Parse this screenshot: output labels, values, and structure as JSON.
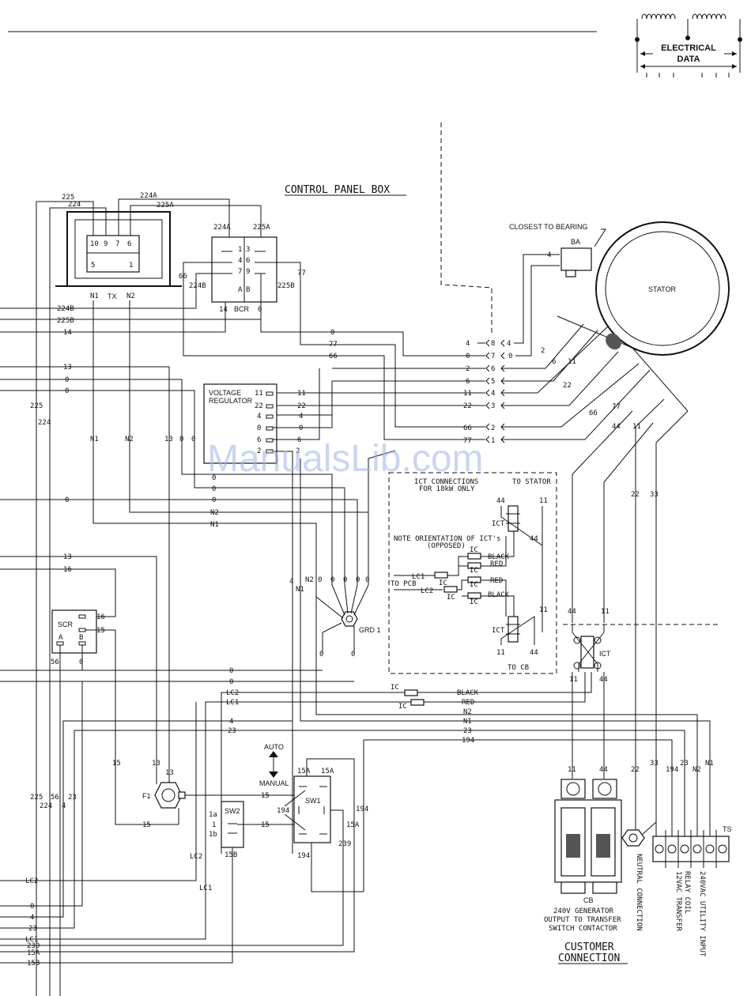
{
  "header": {
    "electrical_data": [
      "ELECTRICAL",
      "DATA"
    ]
  },
  "watermark": "ManualsLib.com",
  "panel": {
    "title": "CONTROL PANEL BOX"
  },
  "components": {
    "tx": "TX",
    "bcr": "BCR",
    "voltage_regulator": [
      "VOLTAGE",
      "REGULATOR"
    ],
    "scr": "SCR",
    "grd": "GRD 1",
    "ict": "ICT",
    "sw1": "SW1",
    "sw2": "SW2",
    "f1": "F1",
    "ba": "BA",
    "stator": "STATOR",
    "cb": "CB",
    "ts": "TS"
  },
  "tx_pins": {
    "top": [
      "10",
      "9",
      "7",
      "6"
    ],
    "bottom": [
      "5",
      "1"
    ],
    "n1": "N1",
    "n2": "N2"
  },
  "bcr_pins": {
    "rows": [
      [
        "1",
        "3"
      ],
      [
        "4",
        "6"
      ],
      [
        "7",
        "9"
      ],
      [
        "A",
        "B"
      ]
    ],
    "top": [
      "224A",
      "225A"
    ],
    "side": [
      "66",
      "77"
    ],
    "bottom_wires": [
      "224B",
      "225B"
    ],
    "bottom": [
      "14",
      "0"
    ]
  },
  "vr_terminals": [
    "11",
    "22",
    "4",
    "0",
    "6",
    "2"
  ],
  "connector_rows": [
    {
      "wire": "4",
      "pin": "8",
      "out": "4"
    },
    {
      "wire": "0",
      "pin": "7",
      "out": "0"
    },
    {
      "wire": "2",
      "pin": "6",
      "out": "2"
    },
    {
      "wire": "6",
      "pin": "5",
      "out": "6"
    },
    {
      "wire": "11",
      "pin": "4",
      "out": "11"
    },
    {
      "wire": "22",
      "pin": "3",
      "out": "22"
    },
    {
      "wire": "66",
      "pin": "2",
      "out": "66"
    },
    {
      "wire": "77",
      "pin": "1",
      "out": "77"
    }
  ],
  "left_wires_top": [
    "224B",
    "225B",
    "14"
  ],
  "left_wires_mid": [
    "13",
    "0",
    "0"
  ],
  "left_wires_bottom": [
    "LC2",
    "0",
    "4",
    "23",
    "LC1",
    "239",
    "15A",
    "15B"
  ],
  "wire_labels": {
    "w225": "225",
    "w224": "224",
    "w224a": "224A",
    "w225a": "225A",
    "n1": "N1",
    "n2": "N2",
    "w13": "13",
    "w16": "16",
    "w15": "15",
    "w0": "0",
    "w56": "56",
    "w4": "4",
    "w23": "23",
    "w194": "194",
    "w15a": "15A",
    "w15b": "15B",
    "w239": "239",
    "lc1": "LC1",
    "lc2": "LC2",
    "w44": "44",
    "w11": "11",
    "w22": "22",
    "w33": "33",
    "w1a": "1a",
    "w1": "1",
    "w1b": "1b"
  },
  "ict_box": {
    "title": [
      "ICT CONNECTIONS",
      "FOR 18kW ONLY"
    ],
    "to_stator": "TO STATOR",
    "note": [
      "NOTE ORIENTATION OF ICT's",
      "(OPPOSED)"
    ],
    "to_pcb": "TO PCB",
    "to_cb": "TO CB",
    "black": "BLACK",
    "red": "RED",
    "ic": "IC",
    "lc1": "LC1",
    "lc2": "LC2"
  },
  "bearing": "CLOSEST TO BEARING",
  "switch": {
    "auto": "AUTO",
    "manual": "MANUAL"
  },
  "cb_text": [
    "240V GENERATOR",
    "OUTPUT TO TRANSFER",
    "SWITCH CONTACTOR"
  ],
  "vertical_labels": [
    "NEUTRAL CONNECTION",
    "12VAC TRANSFER",
    "RELAY COIL",
    "240VAC UTILITY INPUT"
  ],
  "customer": [
    "CUSTOMER",
    "CONNECTION"
  ],
  "ts_wires": [
    "194",
    "23",
    "N2",
    "N1"
  ]
}
